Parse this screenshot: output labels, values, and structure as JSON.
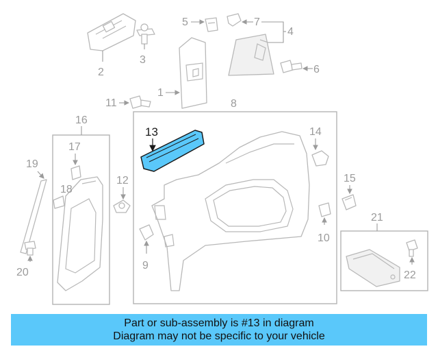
{
  "diagram": {
    "highlighted_part": "13",
    "highlight_color": "#5ac8fa",
    "callouts": [
      "1",
      "2",
      "3",
      "4",
      "5",
      "6",
      "7",
      "8",
      "9",
      "10",
      "11",
      "12",
      "13",
      "14",
      "15",
      "16",
      "17",
      "18",
      "19",
      "20",
      "21",
      "22"
    ]
  },
  "banner": {
    "line1": "Part or sub-assembly is #13 in diagram",
    "line2": "Diagram may not be specific to your vehicle",
    "background": "#5ac8fa"
  }
}
